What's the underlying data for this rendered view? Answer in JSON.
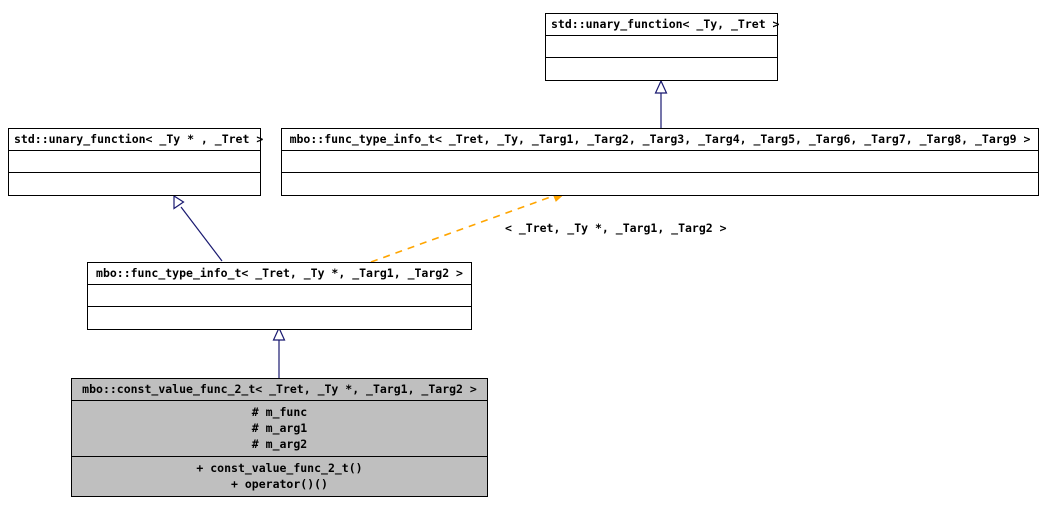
{
  "diagram": {
    "kind": "uml-class-inheritance-diagram",
    "background_color": "#ffffff",
    "line_color": "#191970",
    "border_color": "#000000",
    "template_edge_color": "#ffa500",
    "filled_node_color": "#bfbfbf"
  },
  "nodes": [
    {
      "id": "std_unary_function_ty_tret",
      "title": "std::unary_function< _Ty, _Tret >",
      "attributes": [],
      "operations": [],
      "filled": false
    },
    {
      "id": "std_unary_function_typtr_tret",
      "title": "std::unary_function< _Ty * , _Tret >",
      "attributes": [],
      "operations": [],
      "filled": false
    },
    {
      "id": "mbo_func_type_info_t_9",
      "title": "mbo::func_type_info_t< _Tret, _Ty, _Targ1, _Targ2, _Targ3, _Targ4, _Targ5, _Targ6, _Targ7, _Targ8, _Targ9 >",
      "attributes": [],
      "operations": [],
      "filled": false
    },
    {
      "id": "mbo_func_type_info_t_2",
      "title": "mbo::func_type_info_t< _Tret, _Ty *, _Targ1, _Targ2 >",
      "attributes": [],
      "operations": [],
      "filled": false
    },
    {
      "id": "mbo_const_value_func_2_t",
      "title": "mbo::const_value_func_2_t< _Tret, _Ty *, _Targ1, _Targ2 >",
      "attributes": [
        "# m_func",
        "# m_arg1",
        "# m_arg2"
      ],
      "operations": [
        "+ const_value_func_2_t()",
        "+ operator()()"
      ],
      "filled": true
    }
  ],
  "edges": [
    {
      "id": "edge-9targ-to-std-ty-tret",
      "type": "inheritance",
      "from": "mbo_func_type_info_t_9",
      "to": "std_unary_function_ty_tret",
      "label": ""
    },
    {
      "id": "edge-2targ-to-std-typtr-tret",
      "type": "inheritance",
      "from": "mbo_func_type_info_t_2",
      "to": "std_unary_function_typtr_tret",
      "label": ""
    },
    {
      "id": "edge-2targ-to-9targ-binding",
      "type": "template-binding",
      "from": "mbo_func_type_info_t_2",
      "to": "mbo_func_type_info_t_9",
      "label": "< _Tret, _Ty *, _Targ1, _Targ2 >"
    },
    {
      "id": "edge-constvalue-to-2targ",
      "type": "inheritance",
      "from": "mbo_const_value_func_2_t",
      "to": "mbo_func_type_info_t_2",
      "label": ""
    }
  ]
}
